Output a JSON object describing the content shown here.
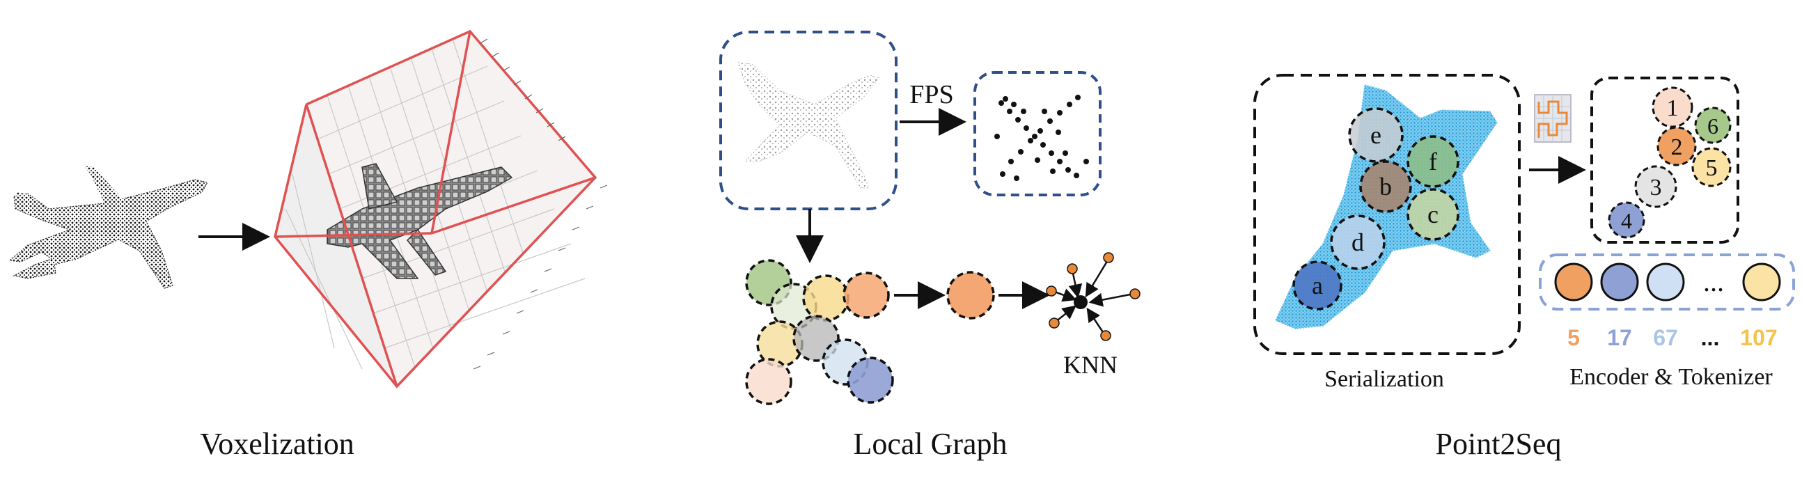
{
  "panels": {
    "voxelization": {
      "caption": "Voxelization"
    },
    "local_graph": {
      "caption": "Local Graph",
      "fps_label": "FPS",
      "knn_label": "KNN"
    },
    "point2seq": {
      "caption": "Point2Seq",
      "serialization_label": "Serialization",
      "encoder_label": "Encoder & Tokenizer",
      "patch_labels": [
        "a",
        "b",
        "c",
        "d",
        "e",
        "f"
      ],
      "order_labels": [
        "1",
        "2",
        "3",
        "4",
        "5",
        "6"
      ],
      "token_ids": [
        "5",
        "17",
        "67",
        "...",
        "107"
      ],
      "token_colors": [
        "#f4a772",
        "#8fa0d4",
        "#a9c4e6",
        "#f9dd8e"
      ],
      "token_ellipsis": "..."
    }
  },
  "colors": {
    "arrow": "#111111",
    "dashed_blue": "#2e4f8a",
    "dashed_light_blue": "#8aa3d6",
    "cube_red": "#e05252",
    "orange_node": "#e8893a",
    "token_orange": "#f0a060",
    "token_blue": "#8fa0d4",
    "token_light_blue": "#a9c4e6",
    "token_yellow": "#f5c24a",
    "point_cloud_blue": "#3aaee0"
  }
}
